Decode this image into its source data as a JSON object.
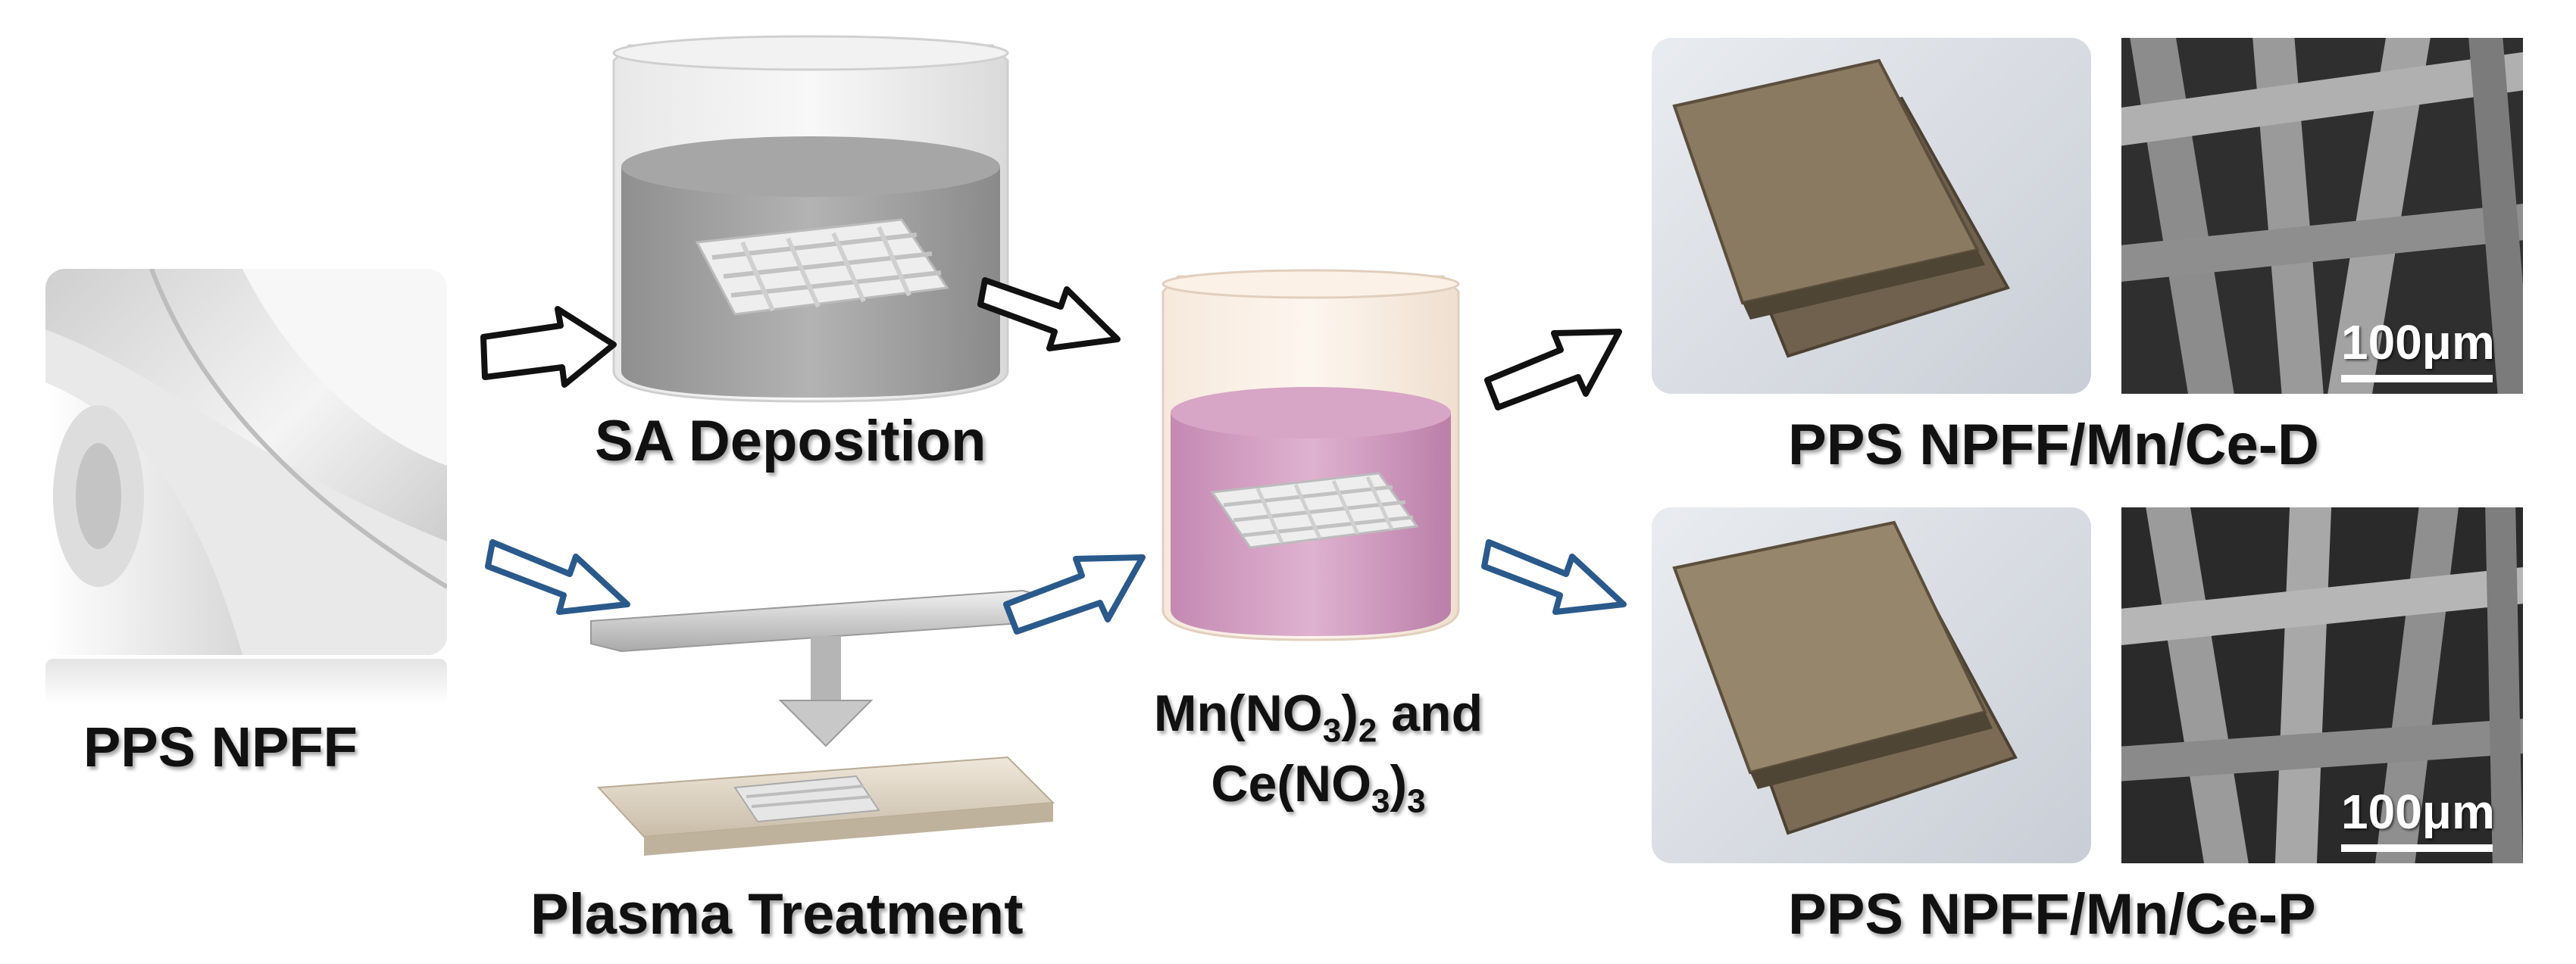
{
  "labels": {
    "start": "PPS NPFF",
    "top_process": "SA Deposition",
    "bottom_process": "Plasma Treatment",
    "solution_line1": "Mn(NO",
    "solution_sub1": "3",
    "solution_mid1": ")",
    "solution_sub1b": "2",
    "solution_tail1": " and",
    "solution_line2": "Ce(NO",
    "solution_sub2": "3",
    "solution_mid2": ")",
    "solution_sub2b": "3",
    "result_top": "PPS NPFF/Mn/Ce-D",
    "result_bottom": "PPS NPFF/Mn/Ce-P"
  },
  "scale_bars": {
    "top": "100μm",
    "bottom": "100μm"
  },
  "colors": {
    "black_arrow": "#111111",
    "blue_arrow": "#2a5a8c",
    "fabric": "#7a6a52",
    "solution_pink": "#c98fb8",
    "beaker_glass": "#dcdcdc"
  }
}
